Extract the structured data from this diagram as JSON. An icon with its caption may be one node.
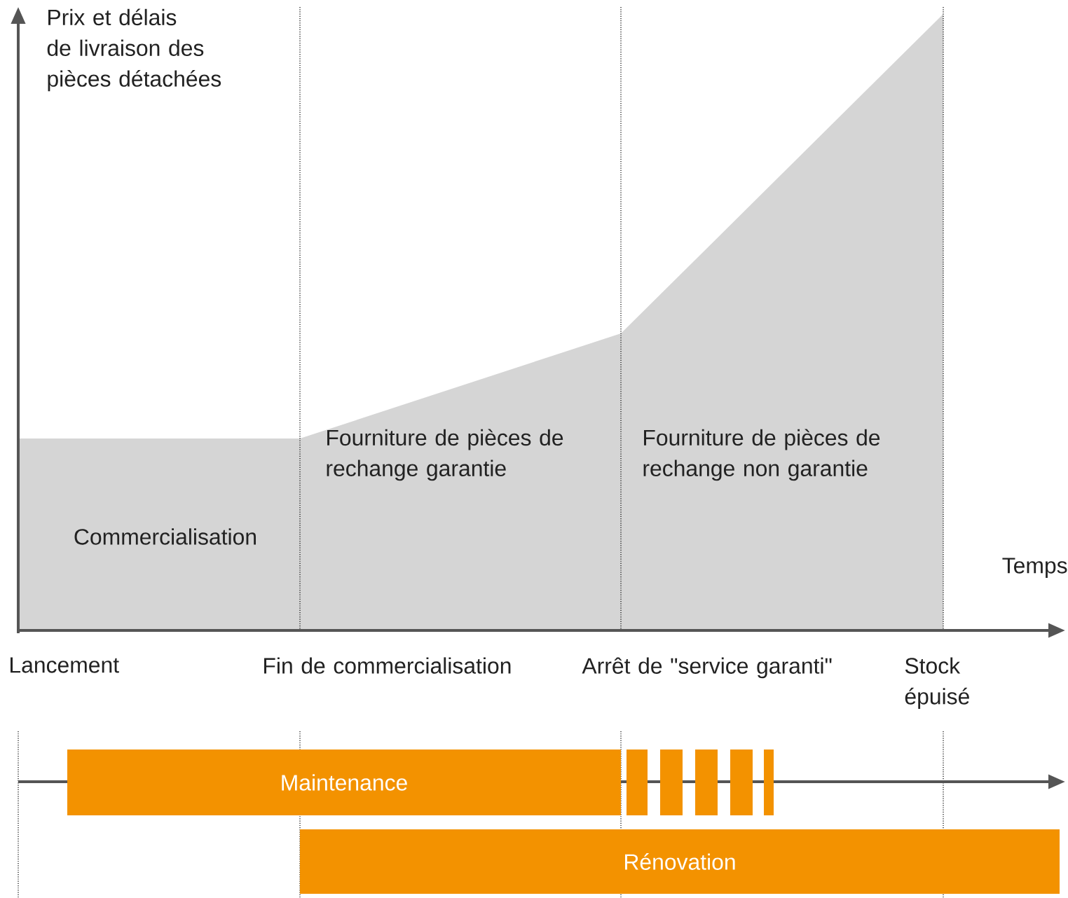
{
  "diagram": {
    "nodes": [
      {
        "text": [
          "Maintenance"
        ]
      },
      {
        "text": [
          "Rénovation"
        ]
      }
    ],
    "labels": [
      "Prix et délais de livraison des pièces détachées",
      "Fourniture de pièces de rechange garantie",
      "Fourniture de pièces de rechange non garantie",
      "Commercialisation",
      "Temps",
      "Lancement",
      "Fin de commercialisation",
      "Arrêt de \"service garanti\"",
      "Stock épuisé"
    ]
  }
}
